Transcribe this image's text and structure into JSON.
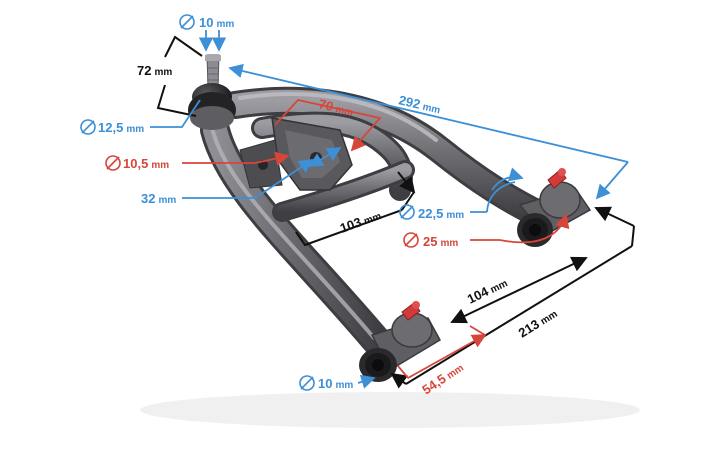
{
  "colors": {
    "blue": "#3d8fd6",
    "red": "#d7463a",
    "black": "#111111",
    "metal": "#6e6e72",
    "metal_dark": "#48484c",
    "metal_light": "#a3a3a8",
    "rubber": "#1c1c1e",
    "cap": "#d33b3b"
  },
  "dimensions": {
    "bolt_diameter": {
      "value": "10",
      "unit": "mm"
    },
    "ball_height": {
      "value": "72",
      "unit": "mm"
    },
    "ball_diameter": {
      "value": "12,5",
      "unit": "mm"
    },
    "hole_diameter": {
      "value": "10,5",
      "unit": "mm"
    },
    "bracket_width": {
      "value": "32",
      "unit": "mm"
    },
    "bracket_length": {
      "value": "70",
      "unit": "mm"
    },
    "overall_length": {
      "value": "292",
      "unit": "mm"
    },
    "inner_diameter_front": {
      "value": "22,5",
      "unit": "mm"
    },
    "outer_diameter_front": {
      "value": "25",
      "unit": "mm"
    },
    "crossbar_offset": {
      "value": "103",
      "unit": "mm"
    },
    "mount_spacing": {
      "value": "104",
      "unit": "mm"
    },
    "overall_width": {
      "value": "213",
      "unit": "mm"
    },
    "bushing_length": {
      "value": "54,5",
      "unit": "mm"
    },
    "bushing_bore": {
      "value": "10",
      "unit": "mm"
    }
  }
}
